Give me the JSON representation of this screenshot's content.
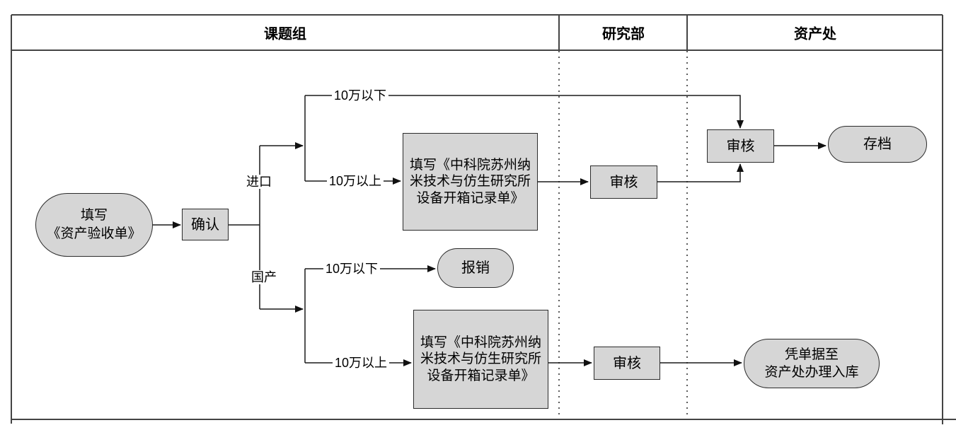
{
  "header": {
    "lanes": [
      {
        "label": "课题组"
      },
      {
        "label": "研究部"
      },
      {
        "label": "资产处"
      }
    ]
  },
  "flow": {
    "start": "填写\n《资产验收单》",
    "confirm": "确认",
    "open_record_import": "填写《中科院苏州纳\n米技术与仿生研究所\n设备开箱记录单》",
    "review_dept_import": "审核",
    "review_asset": "审核",
    "archive": "存档",
    "reimburse": "报销",
    "open_record_domestic": "填写《中科院苏州纳\n米技术与仿生研究所\n设备开箱记录单》",
    "review_dept_domestic": "审核",
    "warehouse": "凭单据至\n资产处办理入库"
  },
  "branch_labels": {
    "import": "进口",
    "domestic": "国产",
    "import_under_100k": "10万以下",
    "import_over_100k": "10万以上",
    "domestic_under_100k": "10万以下",
    "domestic_over_100k": "10万以上"
  },
  "colors": {
    "node_fill": "#d6d6d6",
    "node_border": "#2b2b2b",
    "connector": "#1a1a1a",
    "lane_border": "#444444"
  }
}
